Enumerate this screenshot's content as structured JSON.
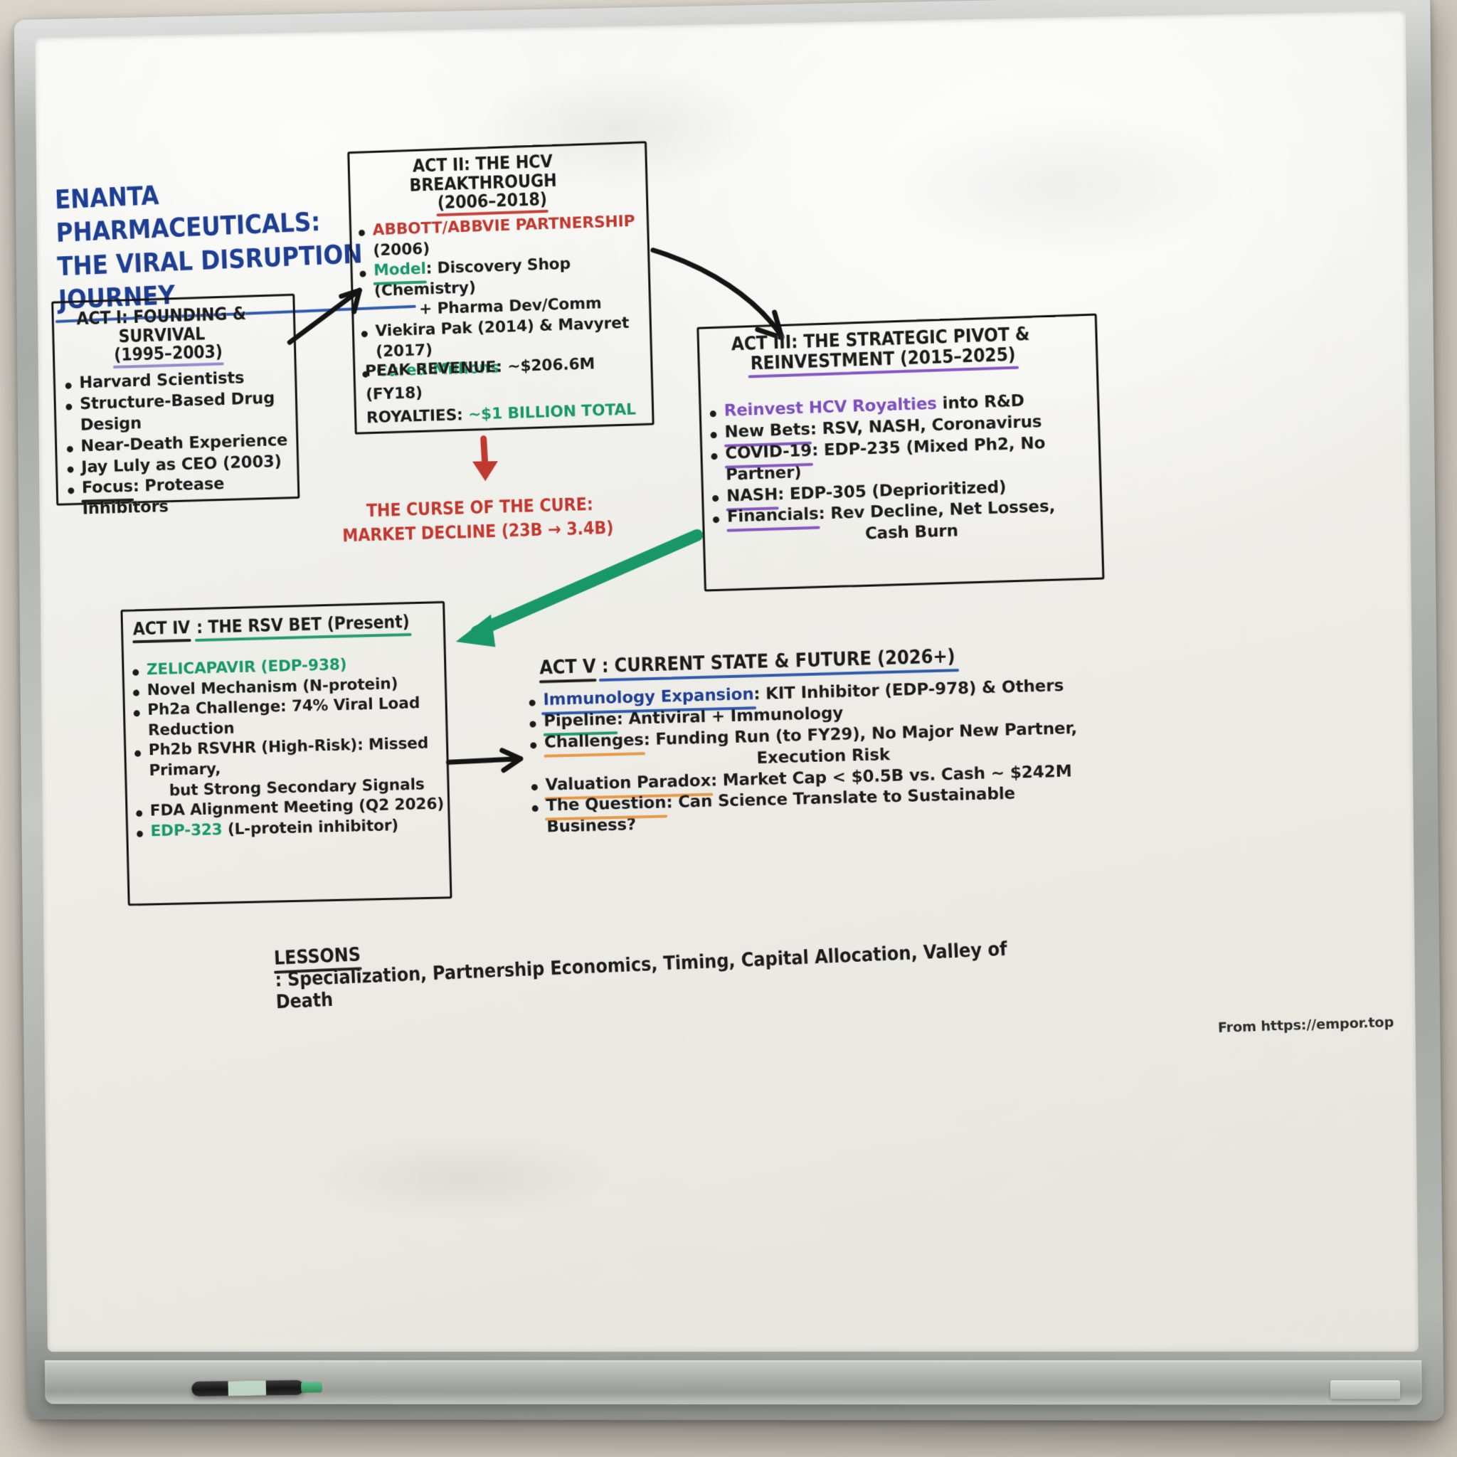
{
  "board": {
    "title_line1": "ENANTA PHARMACEUTICALS:",
    "title_line2": "THE VIRAL DISRUPTION JOURNEY",
    "attribution": "From https://empor.top",
    "lessons_label": "LESSONS",
    "lessons_body": ": Specialization, Partnership Economics, Timing, Capital Allocation, Valley of Death"
  },
  "colors": {
    "blue": "#1f3f8f",
    "red": "#c0392f",
    "green": "#18976a",
    "purple": "#7d4fbd",
    "orange": "#e8953c",
    "black": "#1b1b1b"
  },
  "act1": {
    "title": "ACT I: FOUNDING & SURVIVAL",
    "subtitle": "(1995–2003)",
    "bullets": [
      "Harvard Scientists",
      "Structure-Based Drug Design",
      "Near-Death Experience",
      "Jay Luly as CEO (2003)"
    ],
    "focus_label": "Focus",
    "focus_rest": ": Protease Inhibitors"
  },
  "act2": {
    "title": "ACT II: THE HCV BREAKTHROUGH",
    "subtitle": "(2006–2018)",
    "b1": "ABBOTT/ABBVIE PARTNERSHIP",
    "b1_tail": " (2006)",
    "b2_label": "Model",
    "b2_rest": ": Discovery Shop (Chemistry)",
    "b2_line2": "+ Pharma Dev/Comm",
    "b3": "Viekira Pak (2014) & Mavyret (2017)",
    "b4": "Cured Millions",
    "peak_label": "PEAK REVENUE: ",
    "peak_value": "~$206.6M (FY18)",
    "roy_label": "ROYALTIES: ",
    "roy_value": "~$1 BILLION TOTAL"
  },
  "curse": {
    "line1": "THE CURSE OF THE CURE:",
    "line2": "MARKET DECLINE (23B → 3.4B)"
  },
  "act3": {
    "title_line1": "ACT III: THE STRATEGIC PIVOT &",
    "title_line2": "REINVESTMENT (2015–2025)",
    "b1_colored": "Reinvest HCV Royalties",
    "b1_rest": " into R&D",
    "b2_label": "New Bets",
    "b2_rest": ": RSV, NASH, Coronavirus",
    "b3_label": "COVID-19",
    "b3_rest": ": EDP-235 (Mixed Ph2, No Partner)",
    "b4_label": "NASH",
    "b4_rest": ": EDP-305 (Deprioritized)",
    "b5_label": "Financials",
    "b5_rest": ": Rev Decline, Net Losses,",
    "b5_line2": "Cash Burn"
  },
  "act4": {
    "title_a": "ACT IV",
    "title_b": ": THE RSV BET (Present)",
    "bullets": [
      {
        "text": "ZELICAPAVIR (EDP-938)",
        "color": "green"
      },
      {
        "text": "Novel Mechanism (N-protein)",
        "color": "black"
      },
      {
        "text": "Ph2a Challenge: 74% Viral Load Reduction",
        "color": "black"
      },
      {
        "text": "Ph2b RSVHR (High-Risk): Missed Primary,",
        "color": "black"
      },
      {
        "text": "but Strong Secondary Signals",
        "color": "black",
        "indent": true
      },
      {
        "text": "FDA Alignment Meeting (Q2 2026)",
        "color": "black"
      }
    ],
    "last_colored": "EDP-323",
    "last_rest": " (L-protein inhibitor)"
  },
  "act5": {
    "title_a": "ACT V",
    "title_b": ": CURRENT STATE & FUTURE (2026+)",
    "b1_label": "Immunology Expansion",
    "b1_rest": ": KIT Inhibitor (EDP-978) & Others",
    "b2_label": "Pipeline",
    "b2_rest": ": Antiviral + Immunology",
    "b3_label": "Challenges",
    "b3_rest": ": Funding Run (to FY29), No Major New Partner,",
    "b3_line2": "Execution Risk",
    "b4_label": "Valuation Paradox",
    "b4_rest": ": Market Cap < $0.5B vs. Cash ~ $242M",
    "b5_label": "The Question",
    "b5_rest": ": Can Science Translate to Sustainable Business?"
  }
}
